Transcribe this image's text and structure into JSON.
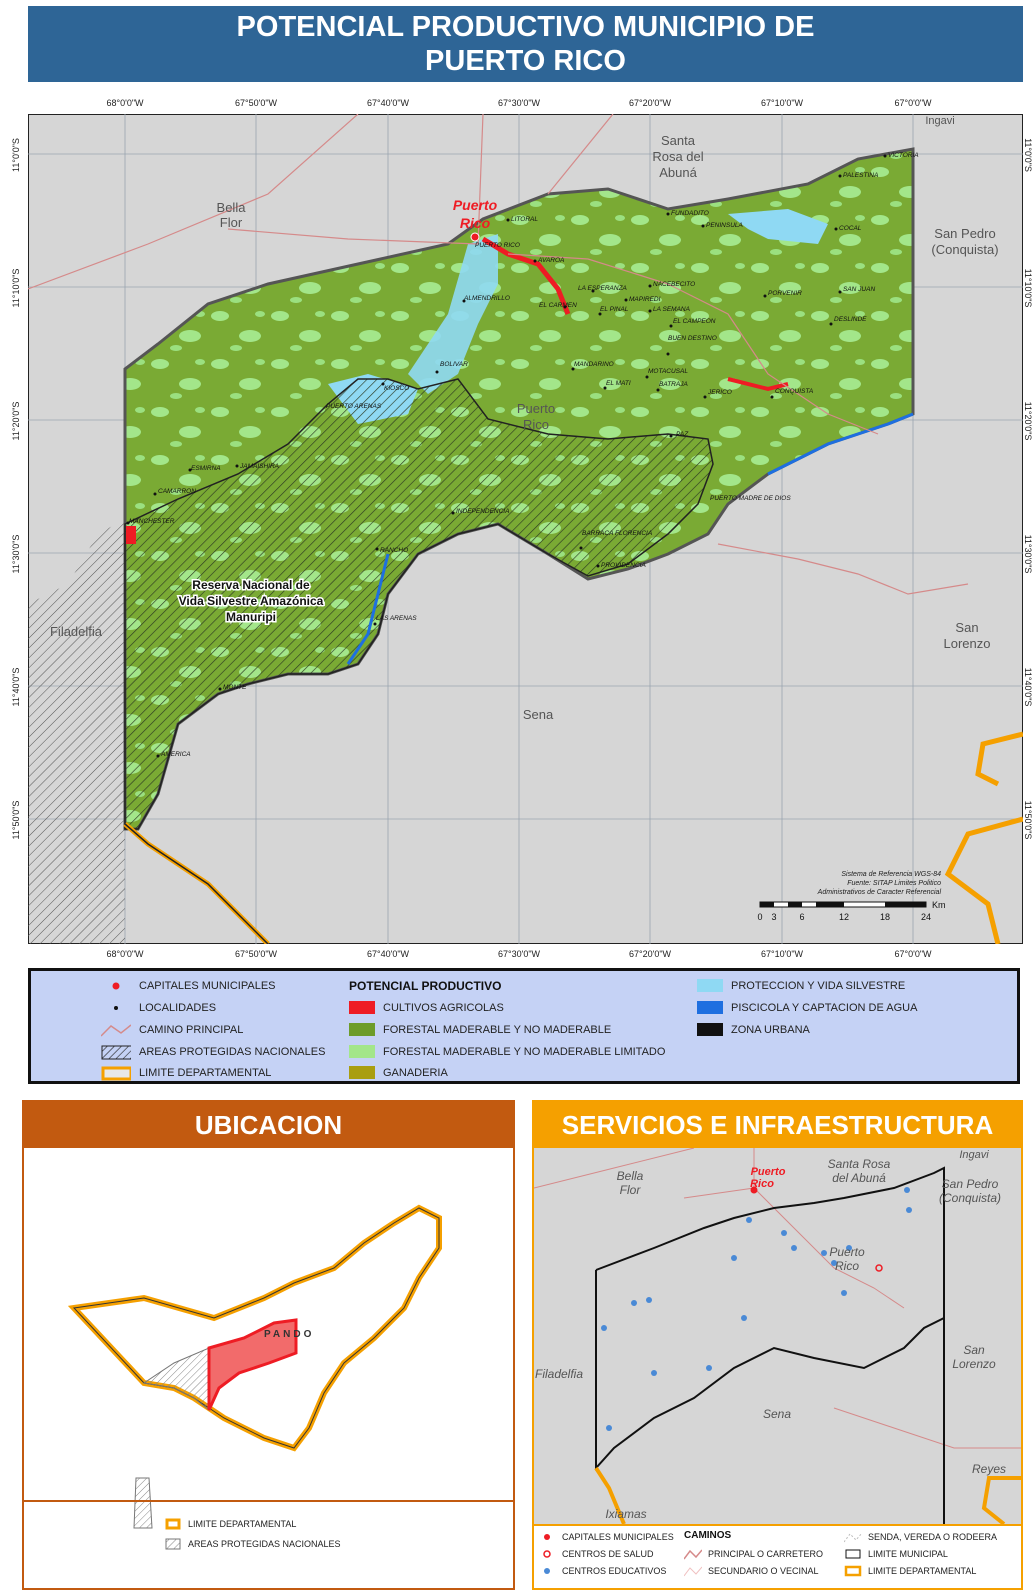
{
  "title": {
    "line1": "POTENCIAL PRODUCTIVO MUNICIPIO DE",
    "line2": "PUERTO RICO"
  },
  "map": {
    "lon_ticks": [
      "68°0'0\"W",
      "67°50'0\"W",
      "67°40'0\"W",
      "67°30'0\"W",
      "67°20'0\"W",
      "67°10'0\"W",
      "67°0'0\"W"
    ],
    "lat_ticks": [
      "11°0'0\"S",
      "11°10'0\"S",
      "11°20'0\"S",
      "11°30'0\"S",
      "11°40'0\"S",
      "11°50'0\"S"
    ],
    "region_labels": {
      "santa_rosa": [
        "Santa",
        "Rosa del",
        "Abuná"
      ],
      "bella_flor": [
        "Bella",
        "Flor"
      ],
      "san_pedro": [
        "San Pedro",
        "(Conquista)"
      ],
      "san_lorenzo": [
        "San",
        "Lorenzo"
      ],
      "sena": "Sena",
      "filadelfia": "Filadelfia",
      "puerto_rico_municipio": [
        "Puerto",
        "Rico"
      ],
      "ingavi": "Ingavi"
    },
    "capital": [
      "Puerto",
      "Rico"
    ],
    "reserve_label": [
      "Reserva Nacional de",
      "Vida Silvestre Amazónica",
      "Manuripi"
    ],
    "localities": {
      "victoria": "VICTORIA",
      "palestina": "PALESTINA",
      "litoral": "LITORAL",
      "fundadito": "FUNDADITO",
      "peninsula": "PENINSULA",
      "cocal": "COCAL",
      "puerto_rico_loc": "PUERTO RICO",
      "avaroa": "AVAROA",
      "la_esperanza": "LA ESPERANZA",
      "nacebecito": "NACEBECITO",
      "porvenir": "PORVENIR",
      "san_juan": "SAN JUAN",
      "almendrillo": "ALMENDRILLO",
      "el_carmen": "EL CARMEN",
      "mapiredi": "MAPIREDI",
      "el_pinal": "EL PINAL",
      "la_semana": "LA SEMANA",
      "el_campeon": "EL CAMPEON",
      "deslinde": "DESLINDE",
      "buen_destino": "BUEN DESTINO",
      "mandarino": "MANDARINO",
      "motacusal": "MOTACUSAL",
      "bolivar": "BOLIVAR",
      "el_mati": "EL MATI",
      "batraja": "BATRAJA",
      "jerico": "JERICO",
      "conquista": "CONQUISTA",
      "kiosco": "KIOSCO",
      "puerto_arenas": "PUERTO ARENAS",
      "paz": "PAZ",
      "esmirna": "ESMIRNA",
      "jamaishira": "JAMAISHIRA",
      "camarron": "CAMARRON",
      "independencia": "INDEPENDENCIA",
      "puerto_madre": "PUERTO MADRE DE DIOS",
      "manchester": "MANCHESTER",
      "barraca_florencia": "BARRACA FLORENCIA",
      "providencia": "PROVIDENCIA",
      "rancho": "RANCHO",
      "las_arenas": "LAS ARENAS",
      "monte": "MONTE",
      "america": "AMERICA"
    },
    "credits": [
      "Sistema de Referencia WGS-84",
      "Fuente: SITAP Limites Politico",
      "Administrativos de Caracter Referencial"
    ],
    "scale": {
      "unit": "Km",
      "ticks": [
        "0",
        "3",
        "6",
        "12",
        "18",
        "24"
      ]
    }
  },
  "legend": {
    "heading": "POTENCIAL PRODUCTIVO",
    "col1": [
      "CAPITALES MUNICIPALES",
      "LOCALIDADES",
      "CAMINO PRINCIPAL",
      "AREAS PROTEGIDAS NACIONALES",
      "LIMITE DEPARTAMENTAL"
    ],
    "col2": [
      "CULTIVOS AGRICOLAS",
      "FORESTAL MADERABLE Y NO MADERABLE",
      "FORESTAL MADERABLE Y NO MADERABLE LIMITADO",
      "GANADERIA"
    ],
    "col3": [
      "PROTECCION Y VIDA SILVESTRE",
      "PISCICOLA Y CAPTACION DE AGUA",
      "ZONA URBANA"
    ],
    "colors": {
      "cultivos": "#ee1c24",
      "forestal": "#6d9c2a",
      "forestal_lim": "#a3e68a",
      "ganaderia": "#a99e10",
      "proteccion": "#8fd9f3",
      "piscicola": "#1e6fe0",
      "urbana": "#111111"
    }
  },
  "ubicacion": {
    "heading": "UBICACION",
    "pando": "PANDO",
    "legend": [
      "LIMITE DEPARTAMENTAL",
      "AREAS PROTEGIDAS NACIONALES"
    ]
  },
  "servicios": {
    "heading": "SERVICIOS E INFRAESTRUCTURA",
    "labels": {
      "santa_rosa": [
        "Santa Rosa",
        "del Abuná"
      ],
      "ingavi": "Ingavi",
      "bella_flor": [
        "Bella",
        "Flor"
      ],
      "puerto_rico_cap": [
        "Puerto",
        "Rico"
      ],
      "san_pedro": [
        "San Pedro",
        "(Conquista)"
      ],
      "puerto_rico_mun": [
        "Puerto",
        "Rico"
      ],
      "filadelfia": "Filadelfia",
      "san_lorenzo": [
        "San",
        "Lorenzo"
      ],
      "sena": "Sena",
      "reyes": "Reyes",
      "ixiamas": "Ixiamas"
    },
    "legend": {
      "col1": [
        "CAPITALES MUNICIPALES",
        "CENTROS DE SALUD",
        "CENTROS EDUCATIVOS"
      ],
      "caminos_head": "CAMINOS",
      "col2": [
        "PRINCIPAL O CARRETERO",
        "SECUNDARIO O VECINAL"
      ],
      "col3": [
        "SENDA, VEREDA O RODEERA",
        "LIMITE MUNICIPAL",
        "LIMITE DEPARTAMENTAL"
      ]
    }
  }
}
